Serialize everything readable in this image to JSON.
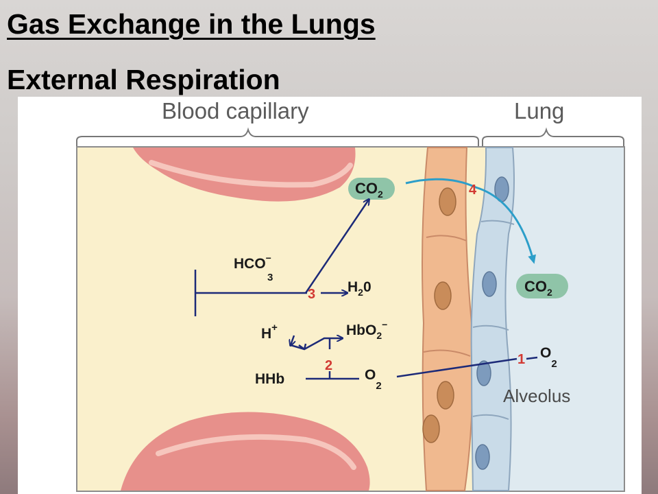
{
  "slide": {
    "title": "Gas Exchange in the Lungs",
    "subtitle": "External Respiration"
  },
  "diagram": {
    "region_labels": {
      "blood_capillary": "Blood capillary",
      "lung": "Lung",
      "alveolus": "Alveolus"
    },
    "molecules": {
      "co2_blood": "CO",
      "co2_blood_sub": "2",
      "co2_lung": "CO",
      "co2_lung_sub": "2",
      "hco3": "HCO",
      "hco3_sub": "3",
      "hco3_sup": "−",
      "h2o": "H",
      "h2o_sub": "2",
      "h2o_tail": "0",
      "h_plus": "H",
      "h_plus_sup": "+",
      "hbo2": "HbO",
      "hbo2_sub": "2",
      "hbo2_sup": "−",
      "hhb": "HHb",
      "o2_blood": "O",
      "o2_blood_sub": "2",
      "o2_lung": "O",
      "o2_lung_sub": "2"
    },
    "steps": {
      "step1": "1",
      "step2": "2",
      "step3": "3",
      "step4": "4"
    },
    "colors": {
      "plasma": "#faf0cc",
      "alveolus_air": "#dfeaf0",
      "red_cell": "#e7908b",
      "capillary_wall": "#f0b98f",
      "capillary_nucleus": "#c98c5a",
      "alveolar_wall": "#c9dbe8",
      "alveolar_nucleus": "#7d9bbd",
      "reaction_lines": "#1c2a78",
      "co2_arrow": "#2c9ec9",
      "step_number": "#d23a33",
      "co2_badge": "#8fc4a8"
    }
  }
}
